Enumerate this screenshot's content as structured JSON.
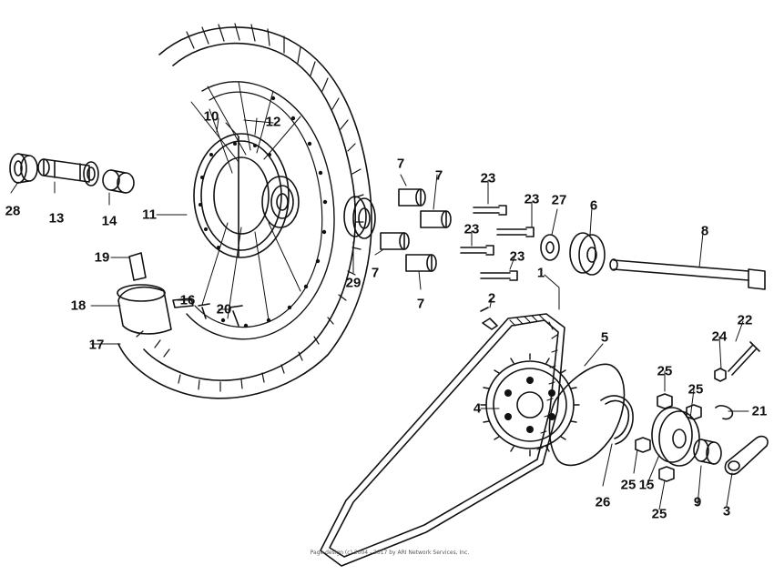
{
  "diagram": {
    "callouts": [
      {
        "id": "10",
        "text": "10"
      },
      {
        "id": "12",
        "text": "12"
      },
      {
        "id": "28",
        "text": "28"
      },
      {
        "id": "13",
        "text": "13"
      },
      {
        "id": "14",
        "text": "14"
      },
      {
        "id": "11",
        "text": "11"
      },
      {
        "id": "19",
        "text": "19"
      },
      {
        "id": "18",
        "text": "18"
      },
      {
        "id": "16",
        "text": "16"
      },
      {
        "id": "20",
        "text": "20"
      },
      {
        "id": "17",
        "text": "17"
      },
      {
        "id": "29",
        "text": "29"
      },
      {
        "id": "7a",
        "text": "7"
      },
      {
        "id": "7b",
        "text": "7"
      },
      {
        "id": "7c",
        "text": "7"
      },
      {
        "id": "7d",
        "text": "7"
      },
      {
        "id": "23a",
        "text": "23"
      },
      {
        "id": "23b",
        "text": "23"
      },
      {
        "id": "23c",
        "text": "23"
      },
      {
        "id": "23d",
        "text": "23"
      },
      {
        "id": "27",
        "text": "27"
      },
      {
        "id": "6",
        "text": "6"
      },
      {
        "id": "8",
        "text": "8"
      },
      {
        "id": "1",
        "text": "1"
      },
      {
        "id": "2",
        "text": "2"
      },
      {
        "id": "5",
        "text": "5"
      },
      {
        "id": "4",
        "text": "4"
      },
      {
        "id": "22",
        "text": "22"
      },
      {
        "id": "24",
        "text": "24"
      },
      {
        "id": "25a",
        "text": "25"
      },
      {
        "id": "25b",
        "text": "25"
      },
      {
        "id": "25c",
        "text": "25"
      },
      {
        "id": "25d",
        "text": "25"
      },
      {
        "id": "21",
        "text": "21"
      },
      {
        "id": "15",
        "text": "15"
      },
      {
        "id": "26",
        "text": "26"
      },
      {
        "id": "9",
        "text": "9"
      },
      {
        "id": "3",
        "text": "3"
      }
    ],
    "copyright": "Page design (c) 2004 - 2017 by ARI Network Services, Inc."
  }
}
